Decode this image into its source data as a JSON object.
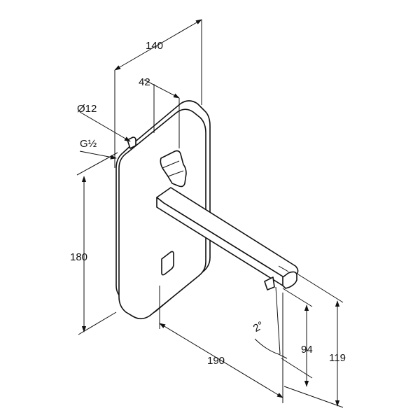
{
  "dimensions": {
    "width_140": "140",
    "depth_42": "42",
    "pipe_d12": "Ø12",
    "thread_g": "G½",
    "height_180": "180",
    "spout_190": "190",
    "outlet_94": "94",
    "outlet_119": "119",
    "angle_2": "2°"
  }
}
